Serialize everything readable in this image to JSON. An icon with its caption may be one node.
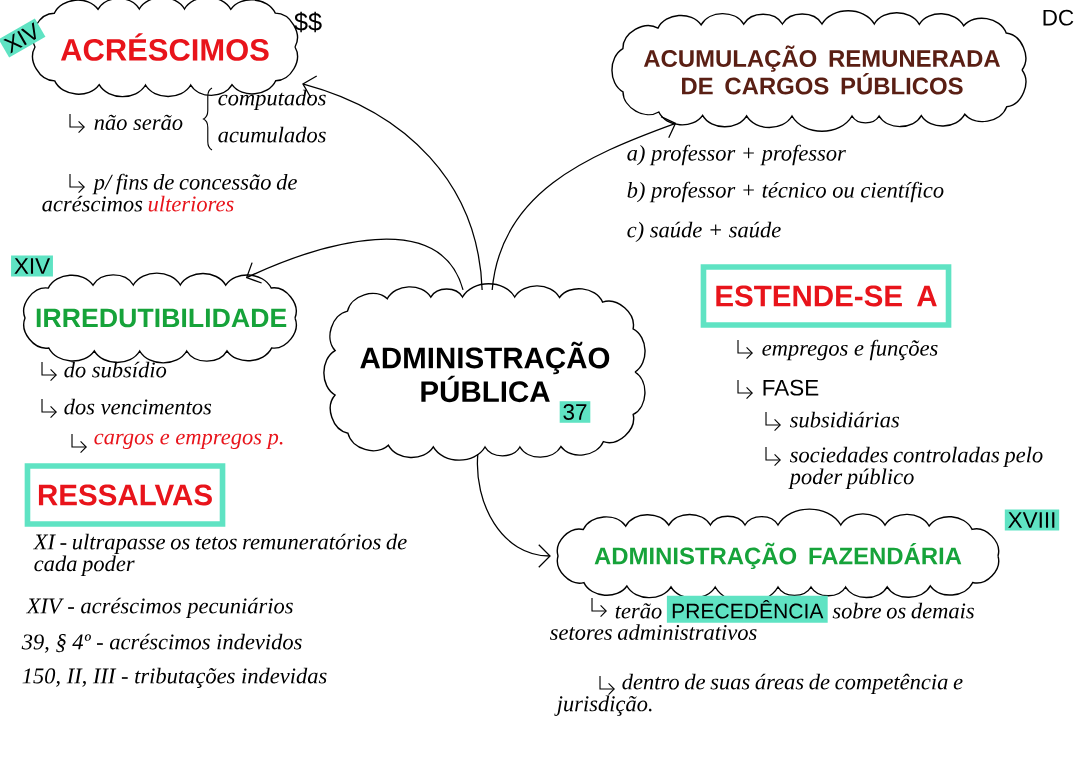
{
  "diagram": {
    "nodes": [
      {
        "text": [
          "ADMINISTRAÇÃO PÚBLICA",
          "37"
        ]
      },
      {
        "text": [
          "ACRÉSCIMOS"
        ],
        "beside": [
          "XIV",
          "$$"
        ]
      },
      {
        "text": [
          "IRREDUTIBILIDADE"
        ],
        "beside": [
          "XIV"
        ]
      },
      {
        "text": [
          "RESSALVAS"
        ]
      },
      {
        "text": [
          "ACUMULAÇÃO REMUNERADA DE CARGOS PÚBLICOS"
        ]
      },
      {
        "text": [
          "ESTENDE-SE A"
        ]
      },
      {
        "text": [
          "ADMINISTRAÇÃO FAZENDÁRIA"
        ],
        "beside": [
          "XVIII"
        ]
      }
    ],
    "edges": [
      {
        "from": 0,
        "to": 1,
        "arrow": "to"
      },
      {
        "from": 0,
        "to": 2,
        "arrow": "to"
      },
      {
        "from": 0,
        "to": 4,
        "arrow": "to"
      },
      {
        "from": 0,
        "to": 6,
        "arrow": "to"
      }
    ],
    "labels": [
      "não serão",
      "computados",
      "acumulados",
      "p/ fins de concessão de acréscimos",
      "ulteriores",
      "do subsídio",
      "dos vencimentos",
      "cargos e empregos p.",
      "XI - ultrapasse os tetos remuneratórios de cada poder",
      "XIV - acréscimos pecuniários",
      "39, § 4º - acréscimos indevidos",
      "150, II, III - tributações indevidas",
      "DC",
      "a) professor + professor",
      "b) professor + técnico ou científico",
      "c) saúde + saúde",
      "empregos e funções",
      "FASE",
      "subsidiárias",
      "sociedades controladas pelo poder público",
      "terão",
      "PRECEDÊNCIA",
      "sobre os demais setores administrativos",
      "dentro de suas áreas de competência e jurisdição."
    ]
  }
}
